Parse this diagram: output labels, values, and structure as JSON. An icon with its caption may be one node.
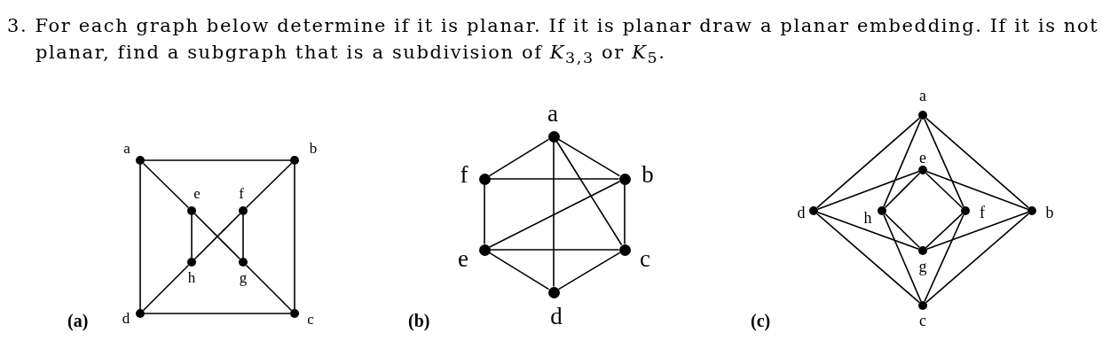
{
  "diagram": {
    "title": "3. For each graph below determine if it is planar. If it is planar draw a planar embedding. If it is not planar, find a subgraph that is a subdivision of *K*$_{3,3}$ or *K*$_{5}$.",
    "nodes": [
      {
        "text": [],
        "shape": "circle",
        "beside": [
          "a"
        ]
      },
      {
        "text": [],
        "shape": "circle",
        "beside": [
          "b"
        ]
      },
      {
        "text": [],
        "shape": "circle",
        "beside": [
          "e"
        ]
      },
      {
        "text": [],
        "shape": "circle",
        "beside": [
          "f"
        ]
      },
      {
        "text": [],
        "shape": "circle",
        "beside": [
          "h"
        ]
      },
      {
        "text": [],
        "shape": "circle",
        "beside": [
          "g"
        ]
      },
      {
        "text": [],
        "shape": "circle",
        "beside": [
          "d"
        ]
      },
      {
        "text": [],
        "shape": "circle",
        "beside": [
          "c"
        ]
      },
      {
        "text": [],
        "shape": "circle",
        "beside": [
          "a"
        ]
      },
      {
        "text": [],
        "shape": "circle",
        "beside": [
          "f"
        ]
      },
      {
        "text": [],
        "shape": "circle",
        "beside": [
          "b"
        ]
      },
      {
        "text": [],
        "shape": "circle",
        "beside": [
          "e"
        ]
      },
      {
        "text": [],
        "shape": "circle",
        "beside": [
          "c"
        ]
      },
      {
        "text": [],
        "shape": "circle",
        "beside": [
          "d"
        ]
      },
      {
        "text": [],
        "shape": "circle",
        "beside": [
          "a"
        ]
      },
      {
        "text": [],
        "shape": "circle",
        "beside": [
          "e"
        ]
      },
      {
        "text": [],
        "shape": "circle",
        "beside": [
          "d"
        ]
      },
      {
        "text": [],
        "shape": "circle",
        "beside": [
          "h"
        ]
      },
      {
        "text": [],
        "shape": "circle",
        "beside": [
          "f"
        ]
      },
      {
        "text": [],
        "shape": "circle",
        "beside": [
          "b"
        ]
      },
      {
        "text": [],
        "shape": "circle",
        "beside": [
          "g"
        ]
      },
      {
        "text": [],
        "shape": "circle",
        "beside": [
          "c"
        ]
      }
    ],
    "edges": [
      {
        "from": 0,
        "to": 1,
        "arrow": "none"
      },
      {
        "from": 1,
        "to": 7,
        "arrow": "none"
      },
      {
        "from": 7,
        "to": 6,
        "arrow": "none"
      },
      {
        "from": 6,
        "to": 0,
        "arrow": "none"
      },
      {
        "from": 0,
        "to": 2,
        "arrow": "none"
      },
      {
        "from": 2,
        "to": 5,
        "arrow": "none"
      },
      {
        "from": 5,
        "to": 7,
        "arrow": "none"
      },
      {
        "from": 1,
        "to": 3,
        "arrow": "none"
      },
      {
        "from": 3,
        "to": 4,
        "arrow": "none"
      },
      {
        "from": 4,
        "to": 6,
        "arrow": "none"
      },
      {
        "from": 2,
        "to": 4,
        "arrow": "none"
      },
      {
        "from": 3,
        "to": 5,
        "arrow": "none"
      },
      {
        "from": 8,
        "to": 9,
        "arrow": "none"
      },
      {
        "from": 8,
        "to": 10,
        "arrow": "none"
      },
      {
        "from": 8,
        "to": 13,
        "arrow": "none"
      },
      {
        "from": 8,
        "to": 12,
        "arrow": "none"
      },
      {
        "from": 9,
        "to": 10,
        "arrow": "none"
      },
      {
        "from": 9,
        "to": 11,
        "arrow": "none"
      },
      {
        "from": 11,
        "to": 10,
        "arrow": "none"
      },
      {
        "from": 11,
        "to": 12,
        "arrow": "none"
      },
      {
        "from": 11,
        "to": 13,
        "arrow": "none"
      },
      {
        "from": 10,
        "to": 12,
        "arrow": "none"
      },
      {
        "from": 12,
        "to": 13,
        "arrow": "none"
      },
      {
        "from": 14,
        "to": 16,
        "arrow": "none"
      },
      {
        "from": 14,
        "to": 19,
        "arrow": "none"
      },
      {
        "from": 14,
        "to": 17,
        "arrow": "none"
      },
      {
        "from": 14,
        "to": 18,
        "arrow": "none"
      },
      {
        "from": 16,
        "to": 15,
        "arrow": "none"
      },
      {
        "from": 16,
        "to": 20,
        "arrow": "none"
      },
      {
        "from": 16,
        "to": 21,
        "arrow": "none"
      },
      {
        "from": 19,
        "to": 15,
        "arrow": "none"
      },
      {
        "from": 19,
        "to": 20,
        "arrow": "none"
      },
      {
        "from": 19,
        "to": 21,
        "arrow": "none"
      },
      {
        "from": 15,
        "to": 17,
        "arrow": "none"
      },
      {
        "from": 15,
        "to": 18,
        "arrow": "none"
      },
      {
        "from": 17,
        "to": 20,
        "arrow": "none"
      },
      {
        "from": 18,
        "to": 20,
        "arrow": "none"
      },
      {
        "from": 17,
        "to": 21,
        "arrow": "none"
      },
      {
        "from": 18,
        "to": 21,
        "arrow": "none"
      }
    ],
    "labels": [
      "(a)",
      "(b)",
      "(c)"
    ]
  }
}
